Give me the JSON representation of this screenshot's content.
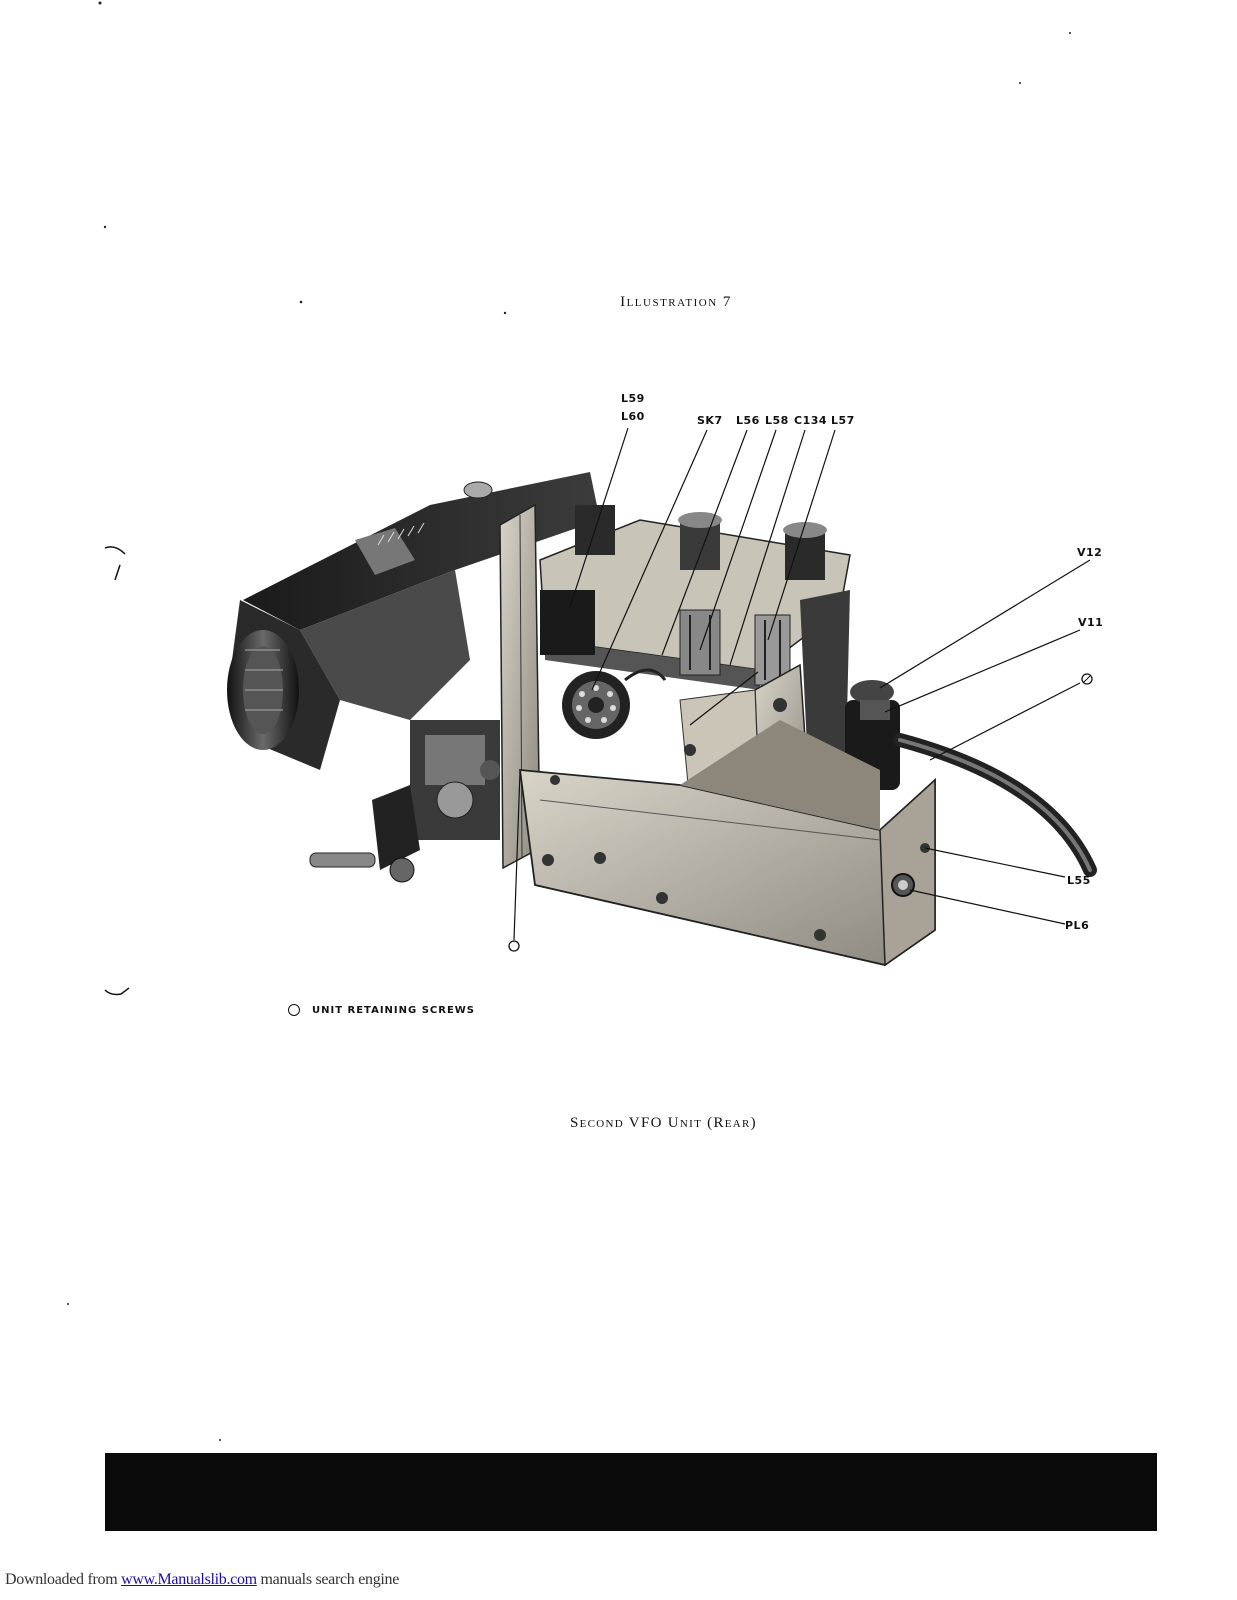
{
  "title": "Illustration 7",
  "caption": "Second VFO Unit (Rear)",
  "callouts": {
    "l59": "L59",
    "l60": "L60",
    "sk7": "SK7",
    "l56": "L56",
    "l58": "L58",
    "c134": "C134",
    "l57": "L57",
    "v12": "V12",
    "v11": "V11",
    "l55": "L55",
    "pl6": "PL6"
  },
  "legend": {
    "text": "UNIT RETAINING SCREWS"
  },
  "footer": {
    "prefix": "Downloaded from ",
    "link_text": "www.Manualslib.com",
    "suffix": " manuals search engine"
  }
}
